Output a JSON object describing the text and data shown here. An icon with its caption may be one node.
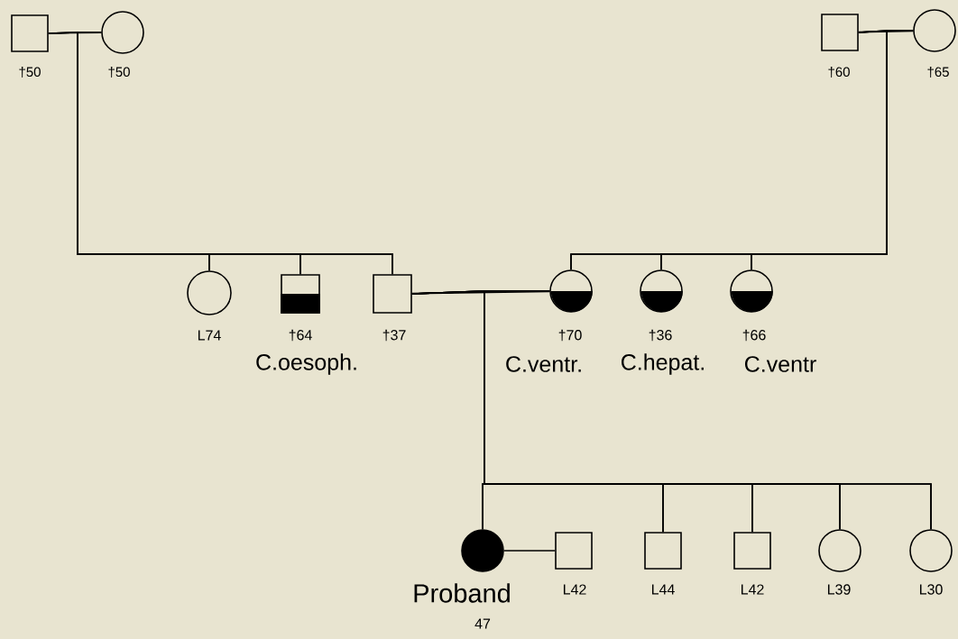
{
  "diagram": {
    "nodes": [
      {
        "text": [],
        "shape": "box",
        "beside": [
          "†50"
        ]
      },
      {
        "text": [],
        "shape": "circle",
        "beside": [
          "†50"
        ]
      },
      {
        "text": [],
        "shape": "box",
        "beside": [
          "†60"
        ]
      },
      {
        "text": [],
        "shape": "circle",
        "beside": [
          "†65"
        ]
      },
      {
        "text": [],
        "shape": "circle",
        "beside": [
          "L74"
        ]
      },
      {
        "text": [],
        "shape": "box",
        "beside": [
          "†64",
          "C.oesoph."
        ]
      },
      {
        "text": [],
        "shape": "box",
        "beside": [
          "†37"
        ]
      },
      {
        "text": [],
        "shape": "circle",
        "beside": [
          "†70",
          "C.ventr."
        ]
      },
      {
        "text": [],
        "shape": "circle",
        "beside": [
          "†36",
          "C.hepat."
        ]
      },
      {
        "text": [],
        "shape": "circle",
        "beside": [
          "†66",
          "C.ventr"
        ]
      },
      {
        "text": [],
        "shape": "circle",
        "beside": [
          "Proband",
          "47"
        ]
      },
      {
        "text": [],
        "shape": "box",
        "beside": [
          "L42"
        ]
      },
      {
        "text": [],
        "shape": "box",
        "beside": [
          "L44"
        ]
      },
      {
        "text": [],
        "shape": "box",
        "beside": [
          "L42"
        ]
      },
      {
        "text": [],
        "shape": "circle",
        "beside": [
          "L39"
        ]
      },
      {
        "text": [],
        "shape": "circle",
        "beside": [
          "L30"
        ]
      }
    ],
    "edges": [
      {
        "from": 0,
        "to": 1,
        "arrow": "none"
      },
      {
        "from": 0,
        "to": 4,
        "arrow": "none"
      },
      {
        "from": 1,
        "to": 4,
        "arrow": "none"
      },
      {
        "from": 0,
        "to": 5,
        "arrow": "none"
      },
      {
        "from": 1,
        "to": 5,
        "arrow": "none"
      },
      {
        "from": 0,
        "to": 6,
        "arrow": "none"
      },
      {
        "from": 1,
        "to": 6,
        "arrow": "none"
      },
      {
        "from": 2,
        "to": 3,
        "arrow": "none"
      },
      {
        "from": 2,
        "to": 7,
        "arrow": "none"
      },
      {
        "from": 3,
        "to": 7,
        "arrow": "none"
      },
      {
        "from": 2,
        "to": 8,
        "arrow": "none"
      },
      {
        "from": 3,
        "to": 8,
        "arrow": "none"
      },
      {
        "from": 2,
        "to": 9,
        "arrow": "none"
      },
      {
        "from": 3,
        "to": 9,
        "arrow": "none"
      },
      {
        "from": 6,
        "to": 7,
        "arrow": "none"
      },
      {
        "from": 6,
        "to": 10,
        "arrow": "none"
      },
      {
        "from": 7,
        "to": 10,
        "arrow": "none"
      },
      {
        "from": 6,
        "to": 12,
        "arrow": "none"
      },
      {
        "from": 7,
        "to": 12,
        "arrow": "none"
      },
      {
        "from": 6,
        "to": 13,
        "arrow": "none"
      },
      {
        "from": 7,
        "to": 13,
        "arrow": "none"
      },
      {
        "from": 6,
        "to": 14,
        "arrow": "none"
      },
      {
        "from": 7,
        "to": 14,
        "arrow": "none"
      },
      {
        "from": 6,
        "to": 15,
        "arrow": "none"
      },
      {
        "from": 7,
        "to": 15,
        "arrow": "none"
      },
      {
        "from": 10,
        "to": 11,
        "arrow": "none"
      }
    ]
  }
}
